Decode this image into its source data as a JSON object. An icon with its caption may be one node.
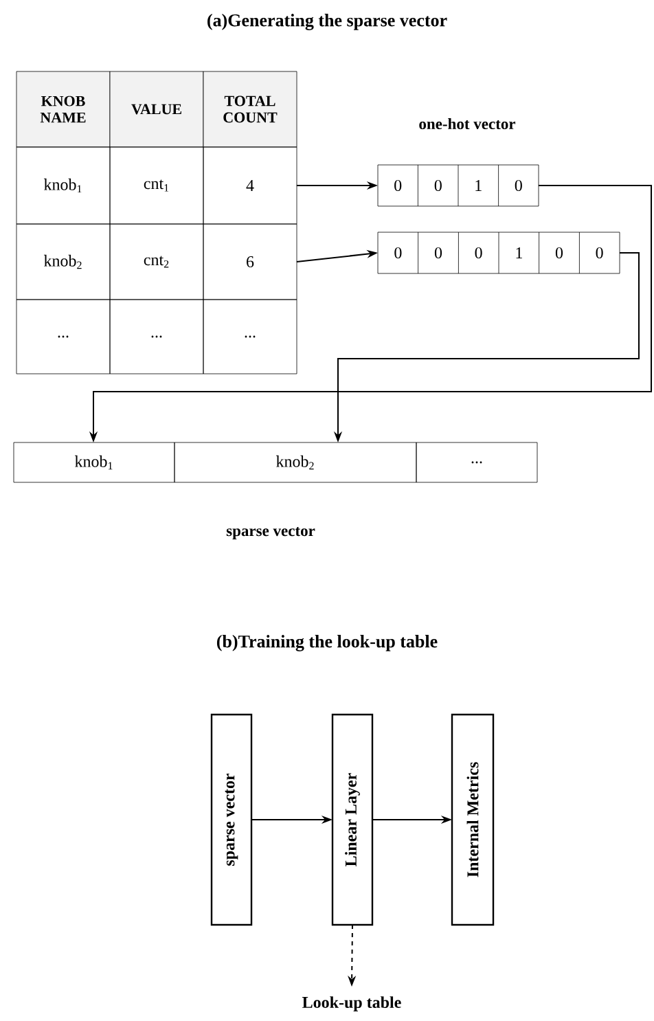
{
  "diagram": {
    "nodes": [
      {
        "text": [
          "KNOB NAME"
        ]
      },
      {
        "text": [
          "VALUE"
        ]
      },
      {
        "text": [
          "TOTAL COUNT"
        ]
      },
      {
        "text": [
          "knob$_{1}$"
        ]
      },
      {
        "text": [
          "cnt$_{1}$"
        ]
      },
      {
        "text": [
          "4"
        ]
      },
      {
        "text": [
          "knob$_{2}$"
        ]
      },
      {
        "text": [
          "cnt$_{2}$"
        ]
      },
      {
        "text": [
          "6"
        ]
      },
      {
        "text": [
          "..."
        ]
      },
      {
        "text": [
          "..."
        ]
      },
      {
        "text": [
          "..."
        ]
      },
      {
        "text": [
          "0",
          "0",
          "1",
          "0"
        ]
      },
      {
        "text": [
          "0",
          "0",
          "0",
          "1",
          "0",
          "0"
        ]
      },
      {
        "text": [
          "knob$_{1}$"
        ]
      },
      {
        "text": [
          "knob$_{2}$"
        ]
      },
      {
        "text": [
          "..."
        ]
      },
      {
        "text": [
          "sparse vector"
        ]
      },
      {
        "text": [
          "Linear Layer"
        ]
      },
      {
        "text": [
          "Internal Metrics"
        ]
      },
      {
        "text": [
          "Look-up table"
        ]
      }
    ],
    "edges": [
      {
        "from": 5,
        "to": 12,
        "arrow": "to"
      },
      {
        "from": 8,
        "to": 13,
        "arrow": "to"
      },
      {
        "from": 12,
        "to": 14,
        "arrow": "to"
      },
      {
        "from": 13,
        "to": 15,
        "arrow": "to"
      },
      {
        "from": 17,
        "to": 18,
        "arrow": "to"
      },
      {
        "from": 18,
        "to": 19,
        "arrow": "to"
      },
      {
        "from": 18,
        "to": 20,
        "arrow": "to",
        "style": "dashed"
      }
    ],
    "labels": [
      "(a)Generating the sparse vector",
      "one-hot vector",
      "sparse vector",
      "(b)Training the look-up table"
    ]
  }
}
